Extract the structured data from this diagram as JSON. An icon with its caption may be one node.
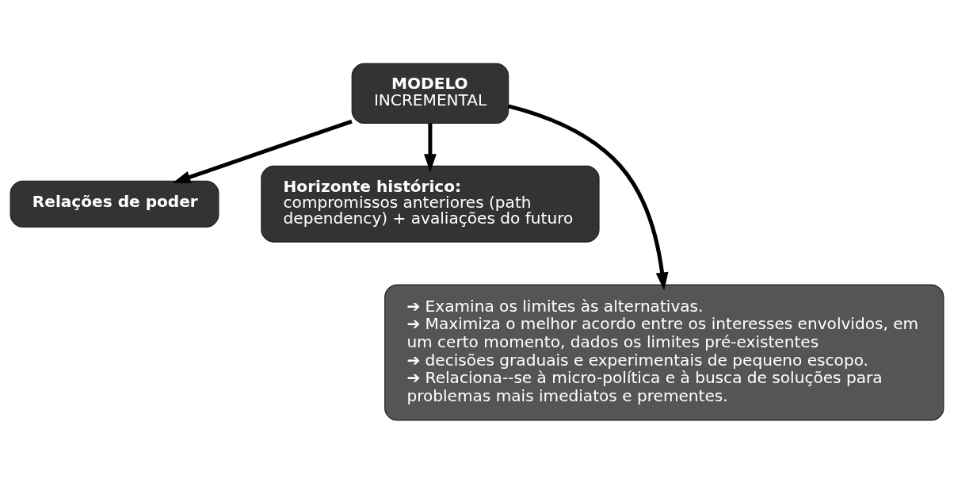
{
  "diagram": {
    "nodes": [
      {
        "text": [
          "MODELO",
          "INCREMENTAL"
        ]
      },
      {
        "text": [
          "Relações de poder"
        ]
      },
      {
        "text": [
          "Horizonte histórico:",
          "compromissos anteriores (path dependency) + avaliações do futuro"
        ]
      },
      {
        "text": [
          "➔ Examina os limites às alternativas.",
          "➔ Maximiza o melhor acordo entre os interesses envolvidos, em um certo momento, dados os limites pré-existentes",
          "➔ decisões graduais e experimentais de pequeno escopo.",
          "➔ Relaciona--se à micro-política e à busca de soluções para problemas mais imediatos e prementes."
        ]
      }
    ],
    "edges": [
      {
        "from": 0,
        "to": 1,
        "arrow": "to"
      },
      {
        "from": 0,
        "to": 3,
        "arrow": "to"
      },
      {
        "from": 0,
        "to": 2,
        "arrow": "to"
      }
    ]
  }
}
